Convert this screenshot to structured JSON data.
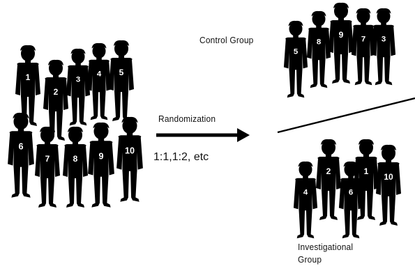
{
  "colors": {
    "silhouette": "#000000",
    "number": "#ffffff",
    "text": "#111111"
  },
  "labels": {
    "control_group": "Control Group",
    "randomization": "Randomization",
    "ratio": "1:1,1:2, etc",
    "investigational_line1": "Investigational",
    "investigational_line2": "Group"
  },
  "groups": {
    "population": [
      "1",
      "2",
      "3",
      "4",
      "5",
      "6",
      "7",
      "8",
      "9",
      "10"
    ],
    "control": [
      "5",
      "8",
      "9",
      "7",
      "3"
    ],
    "investigational": [
      "4",
      "2",
      "6",
      "1",
      "10"
    ]
  }
}
